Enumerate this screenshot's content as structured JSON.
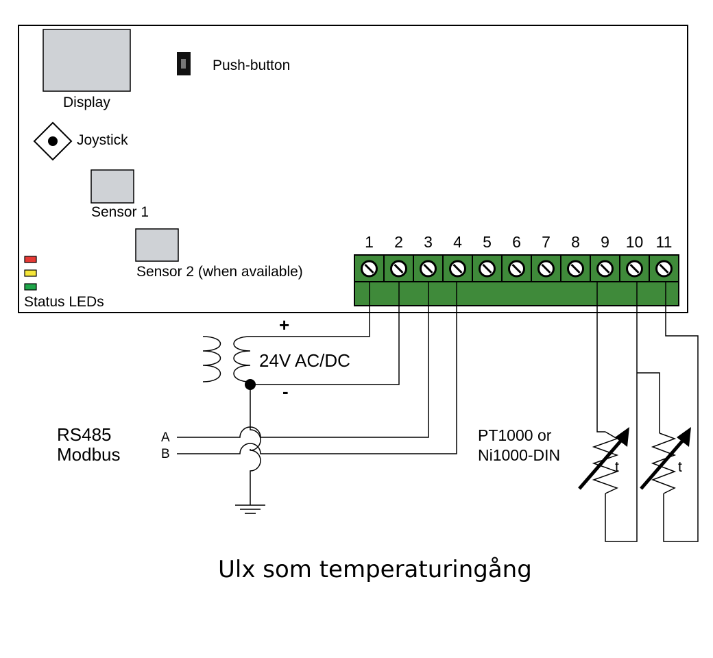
{
  "board": {
    "display_label": "Display",
    "pushbutton_label": "Push-button",
    "joystick_label": "Joystick",
    "sensor1_label": "Sensor 1",
    "sensor2_label": "Sensor 2 (when available)",
    "status_leds_label": "Status LEDs",
    "led_colors": [
      "#e53935",
      "#f5e63a",
      "#1fa64a"
    ],
    "terminal_color": "#3f8a3a",
    "terminal_numbers": [
      "1",
      "2",
      "3",
      "4",
      "5",
      "6",
      "7",
      "8",
      "9",
      "10",
      "11"
    ]
  },
  "power": {
    "label": "24V AC/DC",
    "plus": "+",
    "minus": "-"
  },
  "rs485": {
    "title_line1": "RS485",
    "title_line2": "Modbus",
    "a_label": "A",
    "b_label": "B"
  },
  "sensors": {
    "label_line1": "PT1000 or",
    "label_line2": "Ni1000-DIN",
    "t_symbol": "t"
  },
  "caption": "Ulx som temperaturingång"
}
